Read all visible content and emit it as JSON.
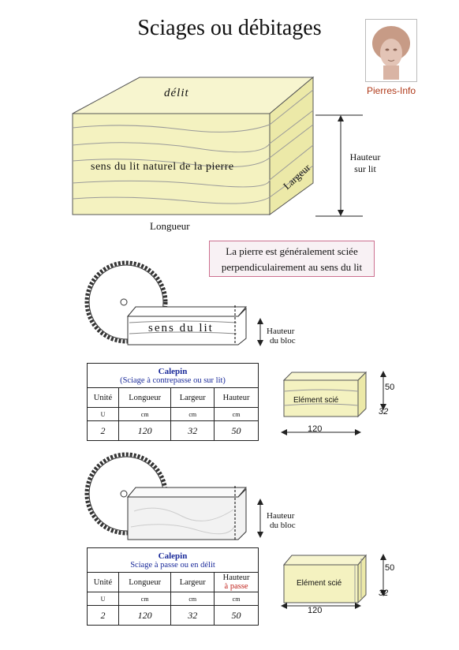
{
  "title": "Sciages ou débitages",
  "logo": {
    "text": "Pierres-Info"
  },
  "block": {
    "top_label": "délit",
    "face_label": "sens du lit naturel de la pierre",
    "width_label": "Largeur",
    "length_label": "Longueur",
    "height_label_1": "Hauteur",
    "height_label_2": "sur lit"
  },
  "note": {
    "line1": "La pierre est généralement sciée",
    "line2": "perpendiculairement au sens du lit"
  },
  "saw1": {
    "block_label": "sens du lit",
    "h1": "Hauteur",
    "h2": "du bloc"
  },
  "saw2": {
    "h1": "Hauteur",
    "h2": "du bloc"
  },
  "calepin1": {
    "title": "Calepin",
    "subtitle": "(Sciage à contrepasse ou sur lit)",
    "headers": [
      "Unité",
      "Longueur",
      "Largeur",
      "Hauteur"
    ],
    "units": [
      "U",
      "cm",
      "cm",
      "cm"
    ],
    "values": [
      "2",
      "120",
      "32",
      "50"
    ]
  },
  "calepin2": {
    "title": "Calepin",
    "subtitle": "Sciage à passe ou en délit",
    "headers": [
      "Unité",
      "Longueur",
      "Largeur",
      "Hauteur"
    ],
    "header_extra": "à passe",
    "units": [
      "U",
      "cm",
      "cm",
      "cm"
    ],
    "values": [
      "2",
      "120",
      "32",
      "50"
    ]
  },
  "element1": {
    "label": "Elément scié",
    "w": "120",
    "h": "50",
    "d": "32"
  },
  "element2": {
    "label": "Elément scié",
    "w": "120",
    "h": "50",
    "d": "32"
  },
  "colors": {
    "stone": "#f4f2c0",
    "stone_dark": "#e8e59e",
    "accent_red": "#c0201a",
    "blue": "#1a2a9a"
  }
}
